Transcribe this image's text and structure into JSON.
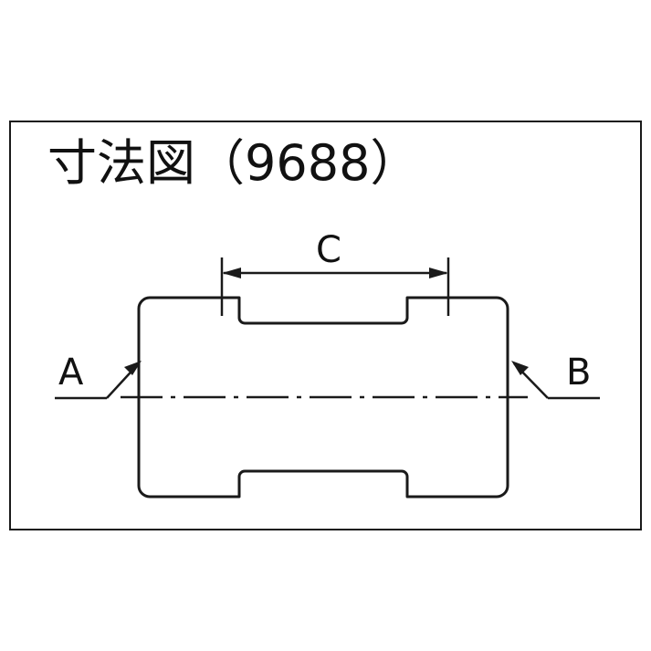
{
  "diagram": {
    "title": "寸法図（9688）",
    "labels": {
      "c": "C",
      "a": "A",
      "b": "B"
    },
    "colors": {
      "line": "#1a1a1a",
      "background": "#ffffff",
      "text": "#111111"
    },
    "icons": {
      "arrow_left": "arrow-left-icon",
      "arrow_right": "arrow-right-icon",
      "leader_a": "leader-line-a-icon",
      "leader_b": "leader-line-b-icon",
      "centerline": "center-line-icon"
    }
  }
}
